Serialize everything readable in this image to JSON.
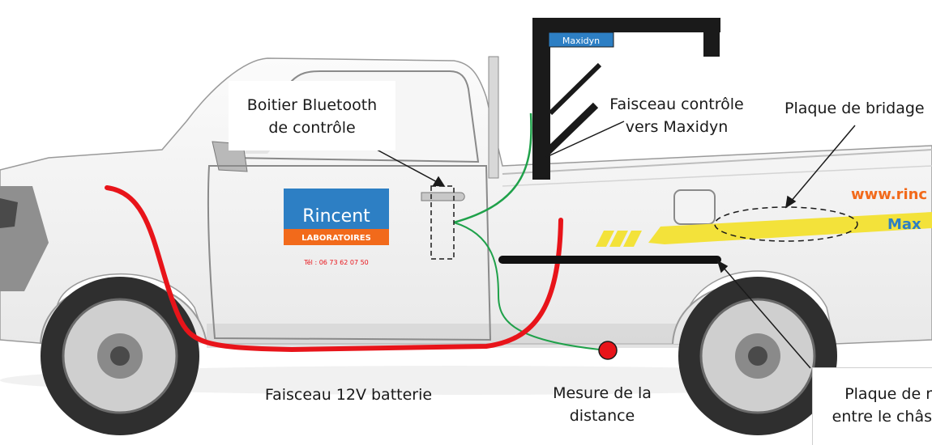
{
  "labels": {
    "bluetooth_box": [
      "Boitier Bluetooth",
      "de contrôle"
    ],
    "harness_maxidyn": [
      "Faisceau contrôle",
      "vers Maxidyn"
    ],
    "clamp_plate": [
      "Plaque de bridage"
    ],
    "harness_12v": [
      "Faisceau 12V batterie"
    ],
    "distance_measure": [
      "Mesure de la",
      "distance"
    ],
    "chassis_plate": [
      "Plaque de r",
      "entre le châs"
    ]
  },
  "vehicle": {
    "brand_logo": "Rincent",
    "brand_banner": "LABORATOIRES",
    "phone": "Tél : 06 73 62 07 50",
    "website": "www.rinc",
    "side_text": "Max",
    "crane_logo": "Maxidyn"
  },
  "colors": {
    "harness_12v": "#e8141a",
    "harness_control": "#1fa14a",
    "chassis_plate": "#111111",
    "distance_sensor": "#e8141a",
    "stripe": "#f3e23a",
    "logo_blue": "#2d7fc4",
    "accent_orange": "#f26a1b"
  }
}
